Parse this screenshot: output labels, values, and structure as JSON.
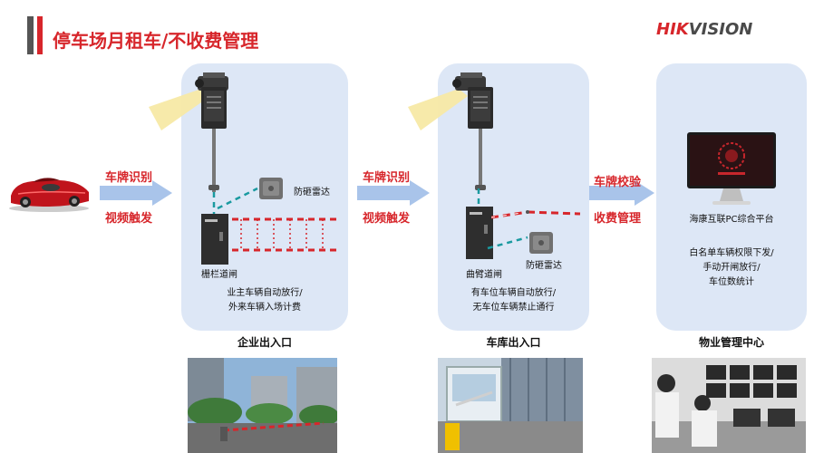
{
  "header": {
    "title": "停车场月租车/不收费管理",
    "brand_hik": "HIK",
    "brand_vision": "VISION"
  },
  "flow": {
    "step1_top": "车牌识别",
    "step1_bottom": "视频触发",
    "step2_top": "车牌识别",
    "step2_bottom": "视频触发",
    "step3_top": "车牌校验",
    "step3_bottom": "收费管理"
  },
  "zones": {
    "enterprise": {
      "radar_label": "防砸雷达",
      "gate_label": "栅栏道闸",
      "desc_line1": "业主车辆自动放行/",
      "desc_line2": "外来车辆入场计费",
      "caption": "企业出入口"
    },
    "garage": {
      "radar_label": "防砸雷达",
      "gate_label": "曲臂道闸",
      "desc_line1": "有车位车辆自动放行/",
      "desc_line2": "无车位车辆禁止通行",
      "caption": "车库出入口"
    },
    "center": {
      "platform_label": "海康互联PC综合平台",
      "desc_line1": "白名单车辆权限下发/",
      "desc_line2": "手动开闸放行/",
      "desc_line3": "车位数统计",
      "caption": "物业管理中心"
    }
  },
  "colors": {
    "accent_red": "#d7262b",
    "panel_blue": "#dde7f6",
    "arrow_blue": "#a9c4ea",
    "dash_teal": "#1a9aa0"
  }
}
